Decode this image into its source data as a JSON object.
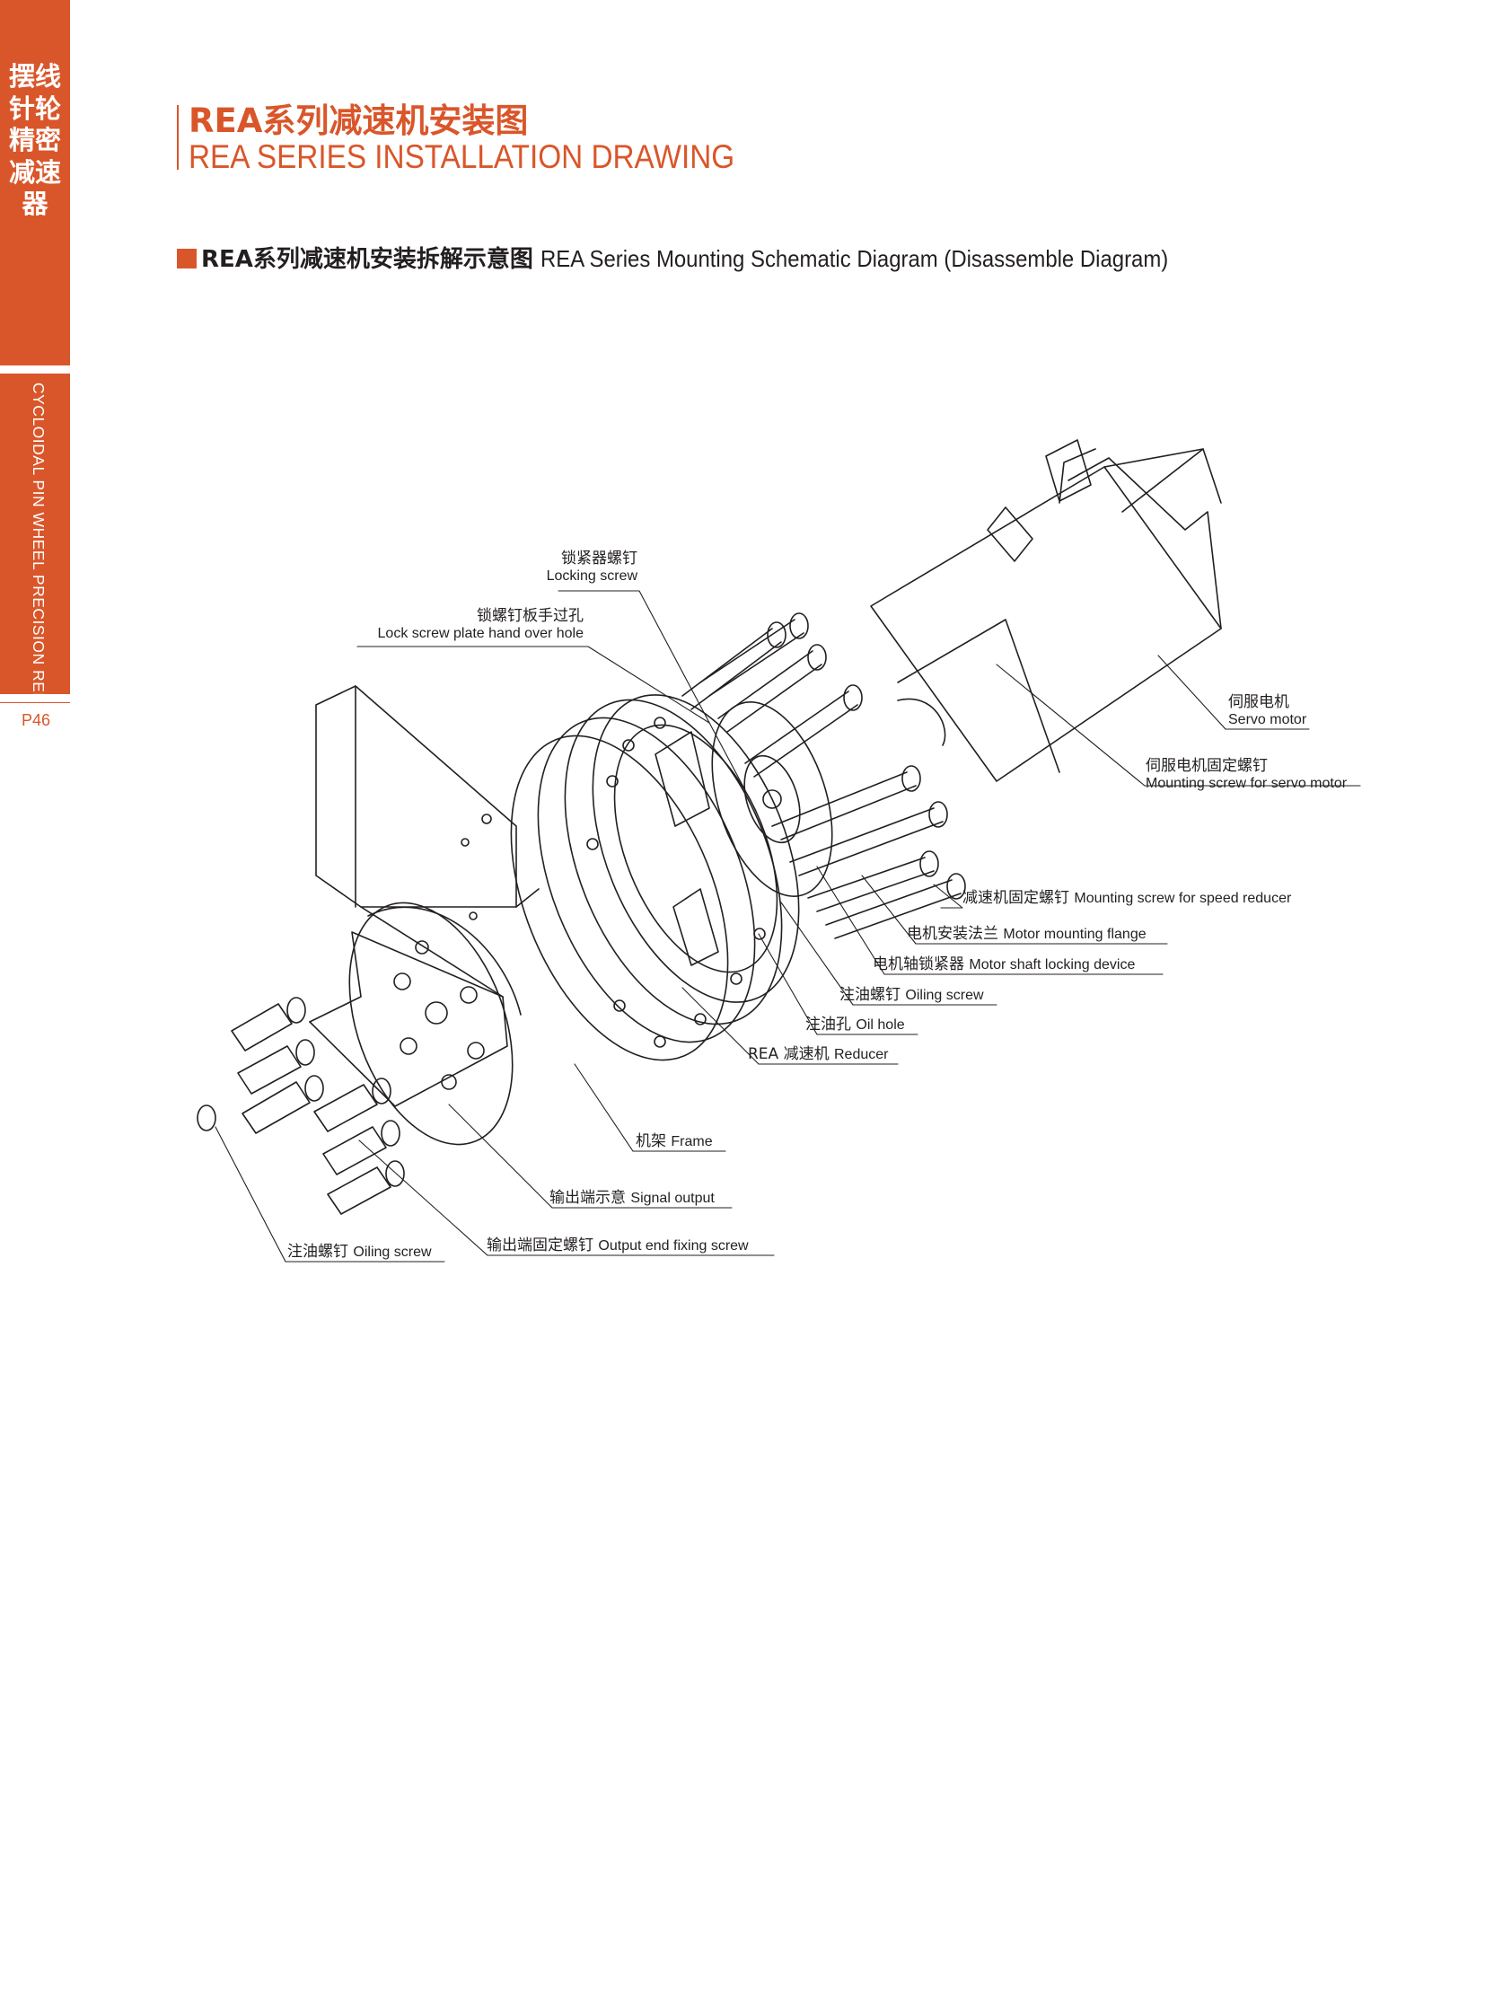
{
  "sidebar": {
    "category_cn": "摆线针轮精密减速器",
    "category_en": "CYCLOIDAL PIN WHEEL PRECISION REDUCER",
    "page": "P46"
  },
  "header": {
    "title_cn": "REA系列减速机安装图",
    "title_en": "REA SERIES INSTALLATION DRAWING"
  },
  "section": {
    "title_cn": "REA系列减速机安装拆解示意图",
    "title_en": "REA Series Mounting  Schematic Diagram (Disassemble Diagram)"
  },
  "labels": {
    "locking_screw": {
      "cn": "锁紧器螺钉",
      "en": "Locking screw"
    },
    "lock_plate_hole": {
      "cn": "锁螺钉板手过孔",
      "en": "Lock screw plate hand over hole"
    },
    "servo_motor": {
      "cn": "伺服电机",
      "en": "Servo motor"
    },
    "servo_motor_screw": {
      "cn": "伺服电机固定螺钉",
      "en": "Mounting screw for servo motor"
    },
    "reducer_screw": {
      "cn": "减速机固定螺钉",
      "en": "Mounting screw for speed reducer"
    },
    "motor_flange": {
      "cn": "电机安装法兰",
      "en": "Motor mounting flange"
    },
    "shaft_lock": {
      "cn": "电机轴锁紧器",
      "en": "Motor shaft locking device"
    },
    "oiling_screw_1": {
      "cn": "注油螺钉",
      "en": "Oiling screw"
    },
    "oil_hole": {
      "cn": "注油孔",
      "en": "Oil hole"
    },
    "reducer": {
      "cn": "REA 减速机",
      "en": "Reducer"
    },
    "frame": {
      "cn": "机架",
      "en": "Frame"
    },
    "signal_output": {
      "cn": "输出端示意",
      "en": "Signal output"
    },
    "output_screw": {
      "cn": "输出端固定螺钉",
      "en": "Output end fixing screw"
    },
    "oiling_screw_2": {
      "cn": "注油螺钉",
      "en": "Oiling screw"
    }
  },
  "colors": {
    "accent": "#d9562a",
    "ink": "#231f20"
  }
}
